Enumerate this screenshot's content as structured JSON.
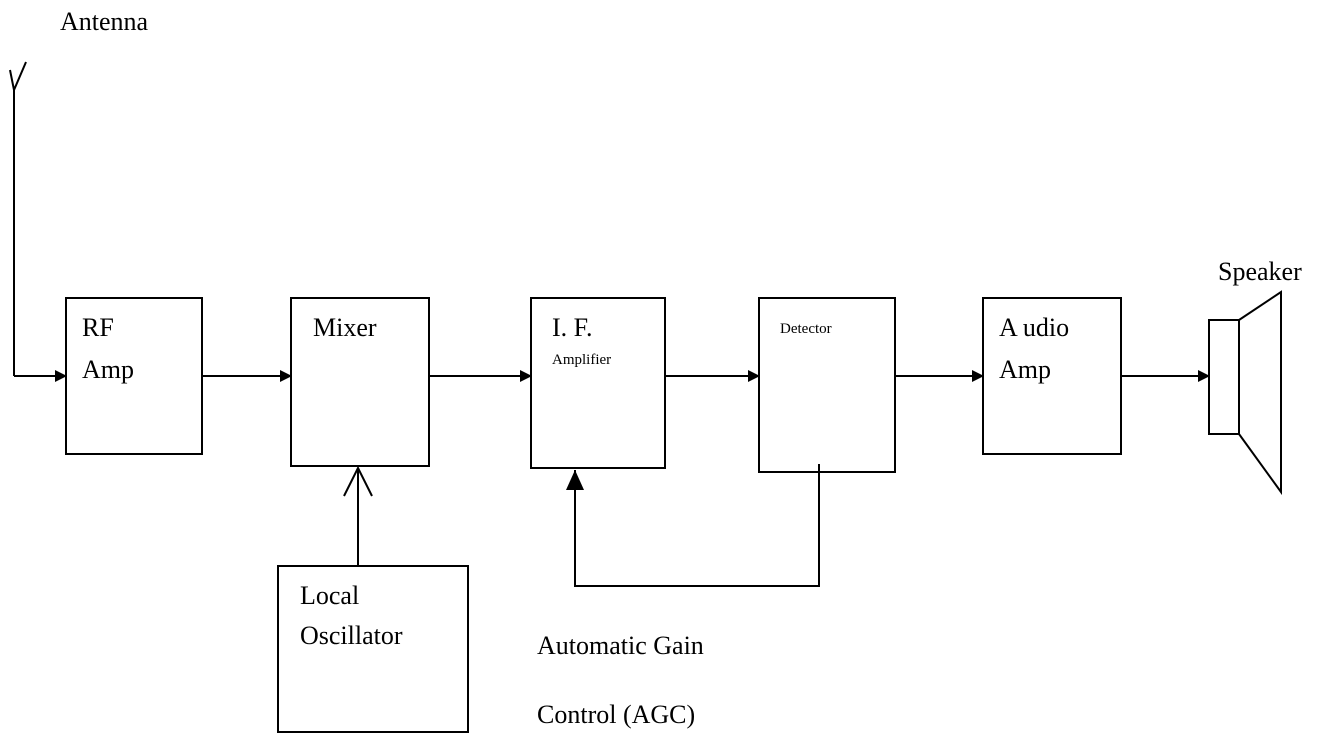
{
  "diagram": {
    "antenna_label": "Antenna",
    "speaker_label": "Speaker",
    "blocks": {
      "rf_amp": {
        "line1": "RF",
        "line2": "Amp"
      },
      "mixer": {
        "line1": "Mixer"
      },
      "if_amp": {
        "line1": "I. F.",
        "line2": "Amplifier"
      },
      "detector": {
        "line1": "Detector"
      },
      "audio_amp": {
        "line1": "A udio",
        "line2": "Amp"
      },
      "local_osc": {
        "line1": "Local",
        "line2": "Oscillator"
      }
    },
    "agc_label": {
      "line1": "Automatic Gain",
      "line2": "Control (AGC)"
    }
  }
}
